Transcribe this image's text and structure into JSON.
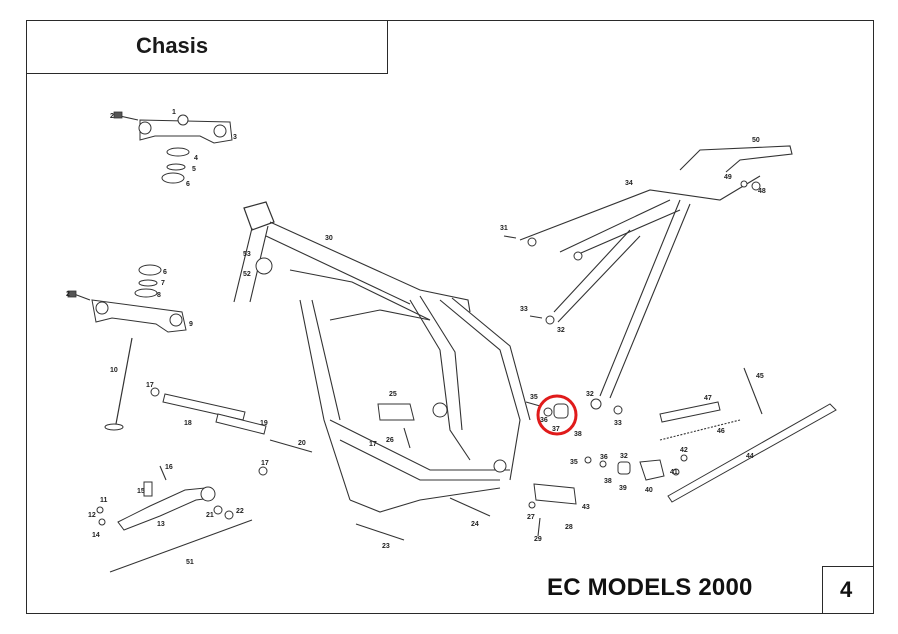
{
  "header": {
    "title": "Chasis"
  },
  "footer": {
    "model": "EC MODELS 2000",
    "page": "4"
  },
  "highlight": {
    "color": "#e01b1b",
    "part": "37"
  },
  "part_labels": [
    "1",
    "2",
    "3",
    "4",
    "5",
    "6",
    "6",
    "7",
    "8",
    "2",
    "9",
    "10",
    "17",
    "18",
    "19",
    "20",
    "17",
    "16",
    "15",
    "11",
    "12",
    "14",
    "13",
    "21",
    "22",
    "51",
    "30",
    "53",
    "52",
    "25",
    "26",
    "17",
    "23",
    "24",
    "27",
    "28",
    "29",
    "43",
    "31",
    "34",
    "50",
    "49",
    "48",
    "33",
    "32",
    "35",
    "36",
    "37",
    "38",
    "32",
    "33",
    "45",
    "47",
    "46",
    "42",
    "35",
    "36",
    "32",
    "41",
    "38",
    "39",
    "40",
    "44"
  ]
}
